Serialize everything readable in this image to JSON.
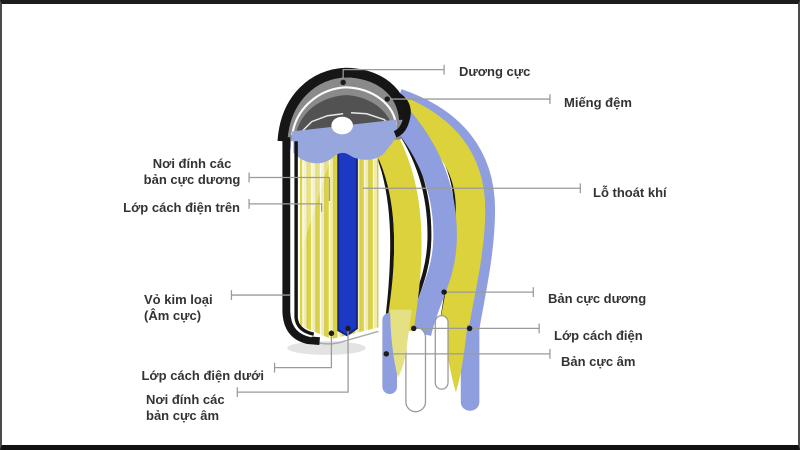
{
  "diagram": {
    "type": "battery-cell-cutaway",
    "labels": {
      "positive_terminal": "Dương cực",
      "gasket": "Miếng đệm",
      "positive_tab_line1": "Nơi đính các",
      "positive_tab_line2": "bản cực dương",
      "upper_insulator": "Lớp cách điện trên",
      "gas_vent": "Lỗ thoát khí",
      "metal_case_line1": "Vỏ kim loại",
      "metal_case_line2": "(Âm cực)",
      "positive_plate": "Bản cực dương",
      "separator": "Lớp cách điện",
      "negative_plate": "Bản cực âm",
      "lower_insulator": "Lớp cách điện dưới",
      "negative_tab_line1": "Nơi đính các",
      "negative_tab_line2": "bản cực âm"
    },
    "colors": {
      "plate_yellow": "#dbd23c",
      "plate_yellow_pale": "#f0ecae",
      "separator_periwinkle": "#8e9ede",
      "core_blue": "#1d39c4",
      "case_black": "#161616",
      "cap_gray": "#8a8a8a",
      "cap_dark_gray": "#525252",
      "gasket_blue": "#98a6de",
      "leader_line_gray": "#9a9a9a",
      "label_text": "#333333"
    }
  }
}
